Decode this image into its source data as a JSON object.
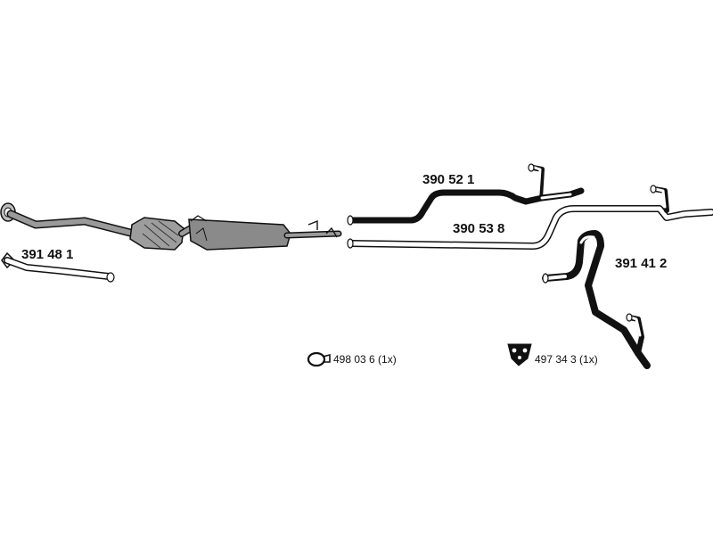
{
  "colors": {
    "background": "#ffffff",
    "pipe_dark": "#1a1a1a",
    "pipe_light": "#ffffff",
    "assembly_gray": "#8c8c8c",
    "text": "#111111"
  },
  "parts": [
    {
      "id": "p1",
      "number": "391 48 1",
      "style": "light"
    },
    {
      "id": "p2",
      "number": "390 52 1",
      "style": "dark"
    },
    {
      "id": "p3",
      "number": "390 53 8",
      "style": "light"
    },
    {
      "id": "p4",
      "number": "391 41 2",
      "style": "dark"
    }
  ],
  "accessories": [
    {
      "id": "a1",
      "icon": "pipe-clamp-icon",
      "label": "498 03 6 (1x)"
    },
    {
      "id": "a2",
      "icon": "rubber-mount-icon",
      "label": "497 34 3 (1x)"
    }
  ]
}
